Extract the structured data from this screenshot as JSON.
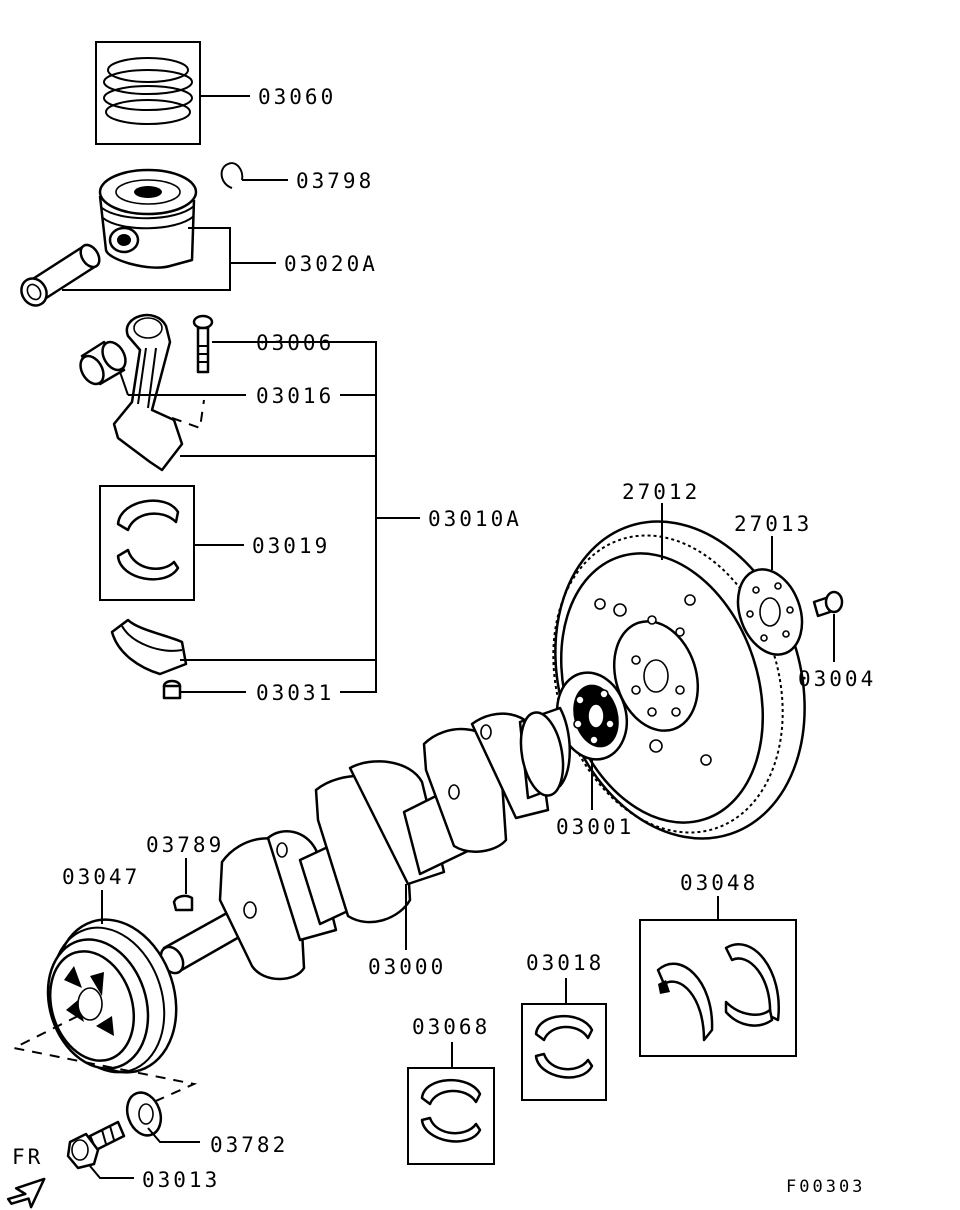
{
  "diagram": {
    "figure_id": "F00303",
    "direction_label": "FR",
    "part_numbers": {
      "piston_rings": "03060",
      "snap_ring": "03798",
      "piston_pin_assy": "03020A",
      "conrod_bolt": "03006",
      "conrod_bushing": "03016",
      "conrod_assy": "03010A",
      "conrod_bearing": "03019",
      "conrod_nut": "03031",
      "flywheel": "27012",
      "flywheel_plate": "27013",
      "flywheel_bolt": "03004",
      "crank_adapter": "03001",
      "crankshaft_key": "03789",
      "damper_pulley": "03047",
      "crankshaft": "03000",
      "thrust_washer": "03048",
      "main_bearing_upper": "03018",
      "main_bearing_lower": "03068",
      "pulley_washer": "03782",
      "pulley_bolt": "03013"
    }
  }
}
